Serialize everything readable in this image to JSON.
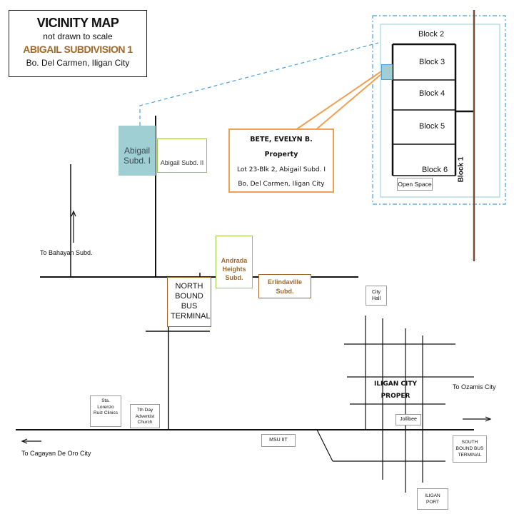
{
  "title_box": {
    "title": "VICINITY MAP",
    "subtitle": "not drawn to scale",
    "name": "ABIGAIL SUBDIVISION 1",
    "location": "Bo. Del Carmen, Iligan City"
  },
  "property": {
    "owner": "BETE, EVELYN B.",
    "label": "Property",
    "lot": "Lot 23-Blk 2, Abigail Subd. I",
    "address": "Bo. Del Carmen, Iligan City"
  },
  "inset": {
    "blocks": [
      "Block 2",
      "Block 3",
      "Block 4",
      "Block 5",
      "Block 6"
    ],
    "block1": "Block 1",
    "open_space": "Open Space"
  },
  "places": {
    "abigail_1": "Abigail Subd. I",
    "abigail_2": "Abigail Subd. II",
    "andrada": "Andrada Heights Subd.",
    "erlindaville": "Erlindaville Subd.",
    "north_terminal": "NORTH BOUND BUS TERMINAL",
    "city_hall": "City Hall",
    "iligan_proper": "ILIGAN CITY PROPER",
    "jollibee": "Jollibee",
    "sta_lorenzo": "Sta. Lorenzo Ruiz Clinics",
    "adventist": "7th Day Adventist Church",
    "msu_iit": "MSU IIT",
    "south_terminal": "SOUTH BOUND BUS TERMINAL",
    "iligan_port": "ILIGAN PORT"
  },
  "directions": {
    "bahayan": "To Bahayan Subd.",
    "cagayan": "To Cagayan De Oro City",
    "ozamis": "To Ozamis City"
  },
  "colors": {
    "accent_brown": "#A0692A",
    "callout_orange": "#F0A050",
    "lot_teal": "#9FCFD3",
    "green_outline": "#9CC646",
    "dashed_blue": "#4A9FD8",
    "road_brown": "#7A4A38"
  }
}
